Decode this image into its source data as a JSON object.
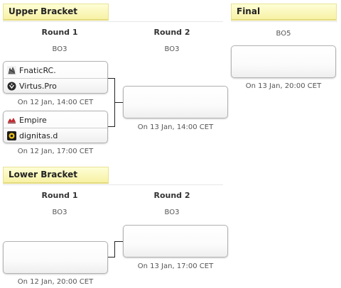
{
  "upper": {
    "header": "Upper Bracket",
    "round1": {
      "title": "Round 1",
      "format": "BO3",
      "matches": [
        {
          "team1": {
            "name": "FnaticRC.",
            "icon": "fnatic-logo-icon"
          },
          "team2": {
            "name": "Virtus.Pro",
            "icon": "virtuspro-logo-icon"
          },
          "time": "On 12 Jan, 14:00 CET"
        },
        {
          "team1": {
            "name": "Empire",
            "icon": "empire-logo-icon"
          },
          "team2": {
            "name": "dignitas.d",
            "icon": "dignitas-logo-icon"
          },
          "time": "On 12 Jan, 17:00 CET"
        }
      ]
    },
    "round2": {
      "title": "Round 2",
      "format": "BO3",
      "match": {
        "time": "On 13 Jan, 14:00 CET"
      }
    }
  },
  "final": {
    "header": "Final",
    "format": "BO5",
    "match": {
      "time": "On 13 Jan, 20:00 CET"
    }
  },
  "lower": {
    "header": "Lower Bracket",
    "round1": {
      "title": "Round 1",
      "format": "BO3",
      "match": {
        "time": "On 12 Jan, 20:00 CET"
      }
    },
    "round2": {
      "title": "Round 2",
      "format": "BO3",
      "match": {
        "time": "On 13 Jan, 17:00 CET"
      }
    }
  },
  "colors": {
    "header_bg": "#f7f1a4",
    "connector": "#222222",
    "match_border": "#b2b2b2"
  }
}
